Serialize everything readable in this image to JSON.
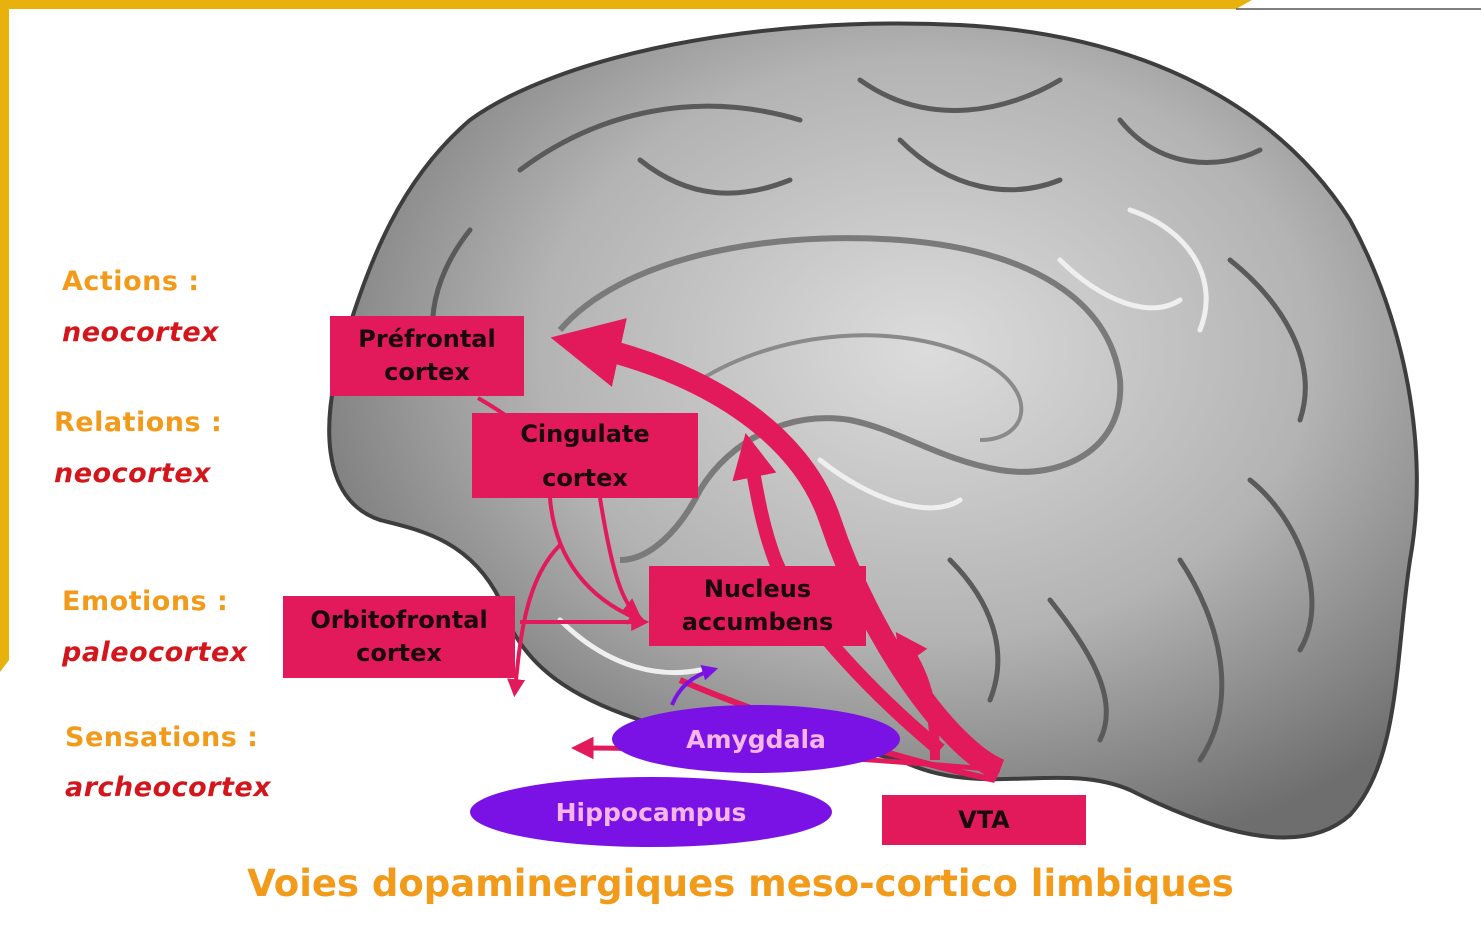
{
  "side_labels": [
    {
      "heading": "Actions :",
      "region": "neocortex"
    },
    {
      "heading": "Relations :",
      "region": "neocortex"
    },
    {
      "heading": "Emotions :",
      "region": "paleocortex"
    },
    {
      "heading": "Sensations :",
      "region": "archeocortex"
    }
  ],
  "nodes": {
    "prefrontal": {
      "line1": "Préfrontal",
      "line2": "cortex"
    },
    "cingulate": {
      "line1": "Cingulate",
      "line2": "cortex"
    },
    "nucleus": {
      "line1": "Nucleus",
      "line2": "accumbens"
    },
    "orbitofrontal": {
      "line1": "Orbitofrontal",
      "line2": "cortex"
    },
    "vta": {
      "label": "VTA"
    },
    "amygdala": {
      "label": "Amygdala"
    },
    "hippocampus": {
      "label": "Hippocampus"
    }
  },
  "caption": "Voies dopaminergiques meso-cortico limbiques",
  "colors": {
    "frame": "#e8b10c",
    "heading": "#f29a1a",
    "region": "#d4161c",
    "node": "#e2195b",
    "oval": "#7a12e6",
    "arrow": "#e2195b",
    "brain": "#a9a9a9"
  }
}
